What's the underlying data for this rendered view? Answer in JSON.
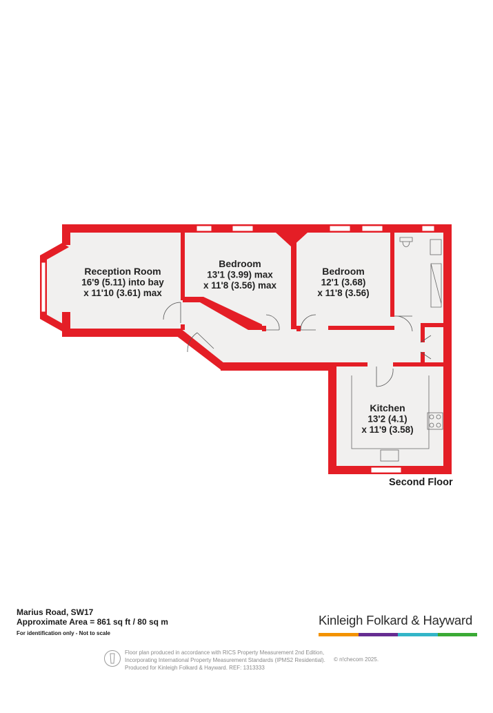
{
  "plan": {
    "wall_color": "#e41e26",
    "floor_color": "#f1f0ef",
    "rooms": [
      {
        "name": "Reception Room",
        "dims": [
          "16'9 (5.11) into bay",
          "x 11'10 (3.61) max"
        ]
      },
      {
        "name": "Bedroom",
        "dims": [
          "13'1 (3.99) max",
          "x 11'8 (3.56) max"
        ]
      },
      {
        "name": "Bedroom",
        "dims": [
          "12'1 (3.68)",
          "x 11'8 (3.56)"
        ]
      },
      {
        "name": "Kitchen",
        "dims": [
          "13'2 (4.1)",
          "x 11'9 (3.58)"
        ]
      }
    ],
    "floor_label": "Second Floor"
  },
  "footer": {
    "address": "Marius Road, SW17",
    "area": "Approximate Area = 861 sq ft / 80 sq m",
    "note": "For identification only - Not to scale",
    "disclaimer_lines": [
      "Floor plan produced in accordance with RICS Property Measurement 2nd Edition,",
      "Incorporating International Property Measurement Standards (IPMS2 Residential).",
      "Produced for Kinleigh Folkard & Hayward.   REF: 1313333"
    ],
    "credit": "© n!checom 2025."
  },
  "brand": {
    "name": "Kinleigh Folkard & Hayward",
    "bar_colors": [
      "#f39200",
      "#662d91",
      "#33b5c8",
      "#3aaa35"
    ]
  }
}
